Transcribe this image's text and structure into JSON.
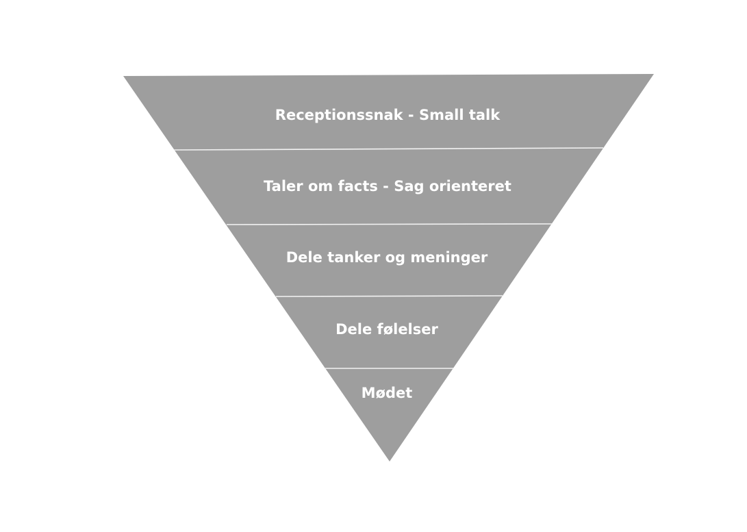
{
  "diagram": {
    "type": "inverted-pyramid",
    "fill_color": "#9e9e9e",
    "divider_color": "#f2f2f2",
    "text_color": "#ffffff",
    "layers": [
      {
        "label": "Receptionssnak - Small talk"
      },
      {
        "label": "Taler om facts - Sag orienteret"
      },
      {
        "label": "Dele tanker og meninger"
      },
      {
        "label": "Dele følelser"
      },
      {
        "label": "Mødet"
      }
    ]
  }
}
